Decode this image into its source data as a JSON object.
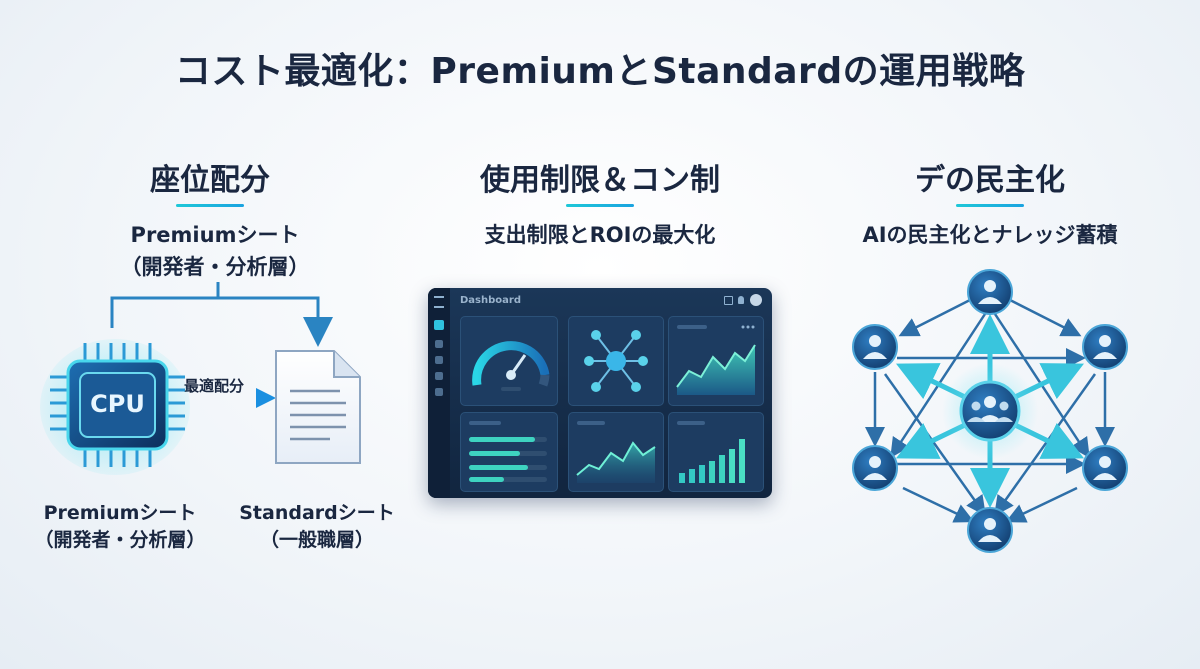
{
  "title": "コスト最適化：PremiumとStandardの運用戦略",
  "sections": [
    {
      "title": "座位配分",
      "subtitle_line1": "Premiumシート",
      "subtitle_line2": "（開発者・分析層）",
      "chip_label": "CPU",
      "arrow_label": "最適配分",
      "left_caption_line1": "Premiumシート",
      "left_caption_line2": "（開発者・分析層）",
      "right_caption_line1": "Standardシート",
      "right_caption_line2": "（一般職層）"
    },
    {
      "title": "使用制限＆コン制",
      "subtitle": "支出制限とROIの最大化",
      "dashboard_label": "Dashboard"
    },
    {
      "title": "デの民主化",
      "subtitle": "AIの民主化とナレッジ蓄積"
    }
  ],
  "colors": {
    "accent_cyan": "#1ec8d8",
    "accent_blue": "#1a7fc4",
    "dark_navy": "#1a2740",
    "dashboard_bg": "#142b47"
  },
  "icons": [
    "cpu-chip-icon",
    "document-icon",
    "gauge-icon",
    "network-node-icon",
    "area-chart-icon",
    "bar-chart-icon",
    "user-icon",
    "group-icon"
  ]
}
